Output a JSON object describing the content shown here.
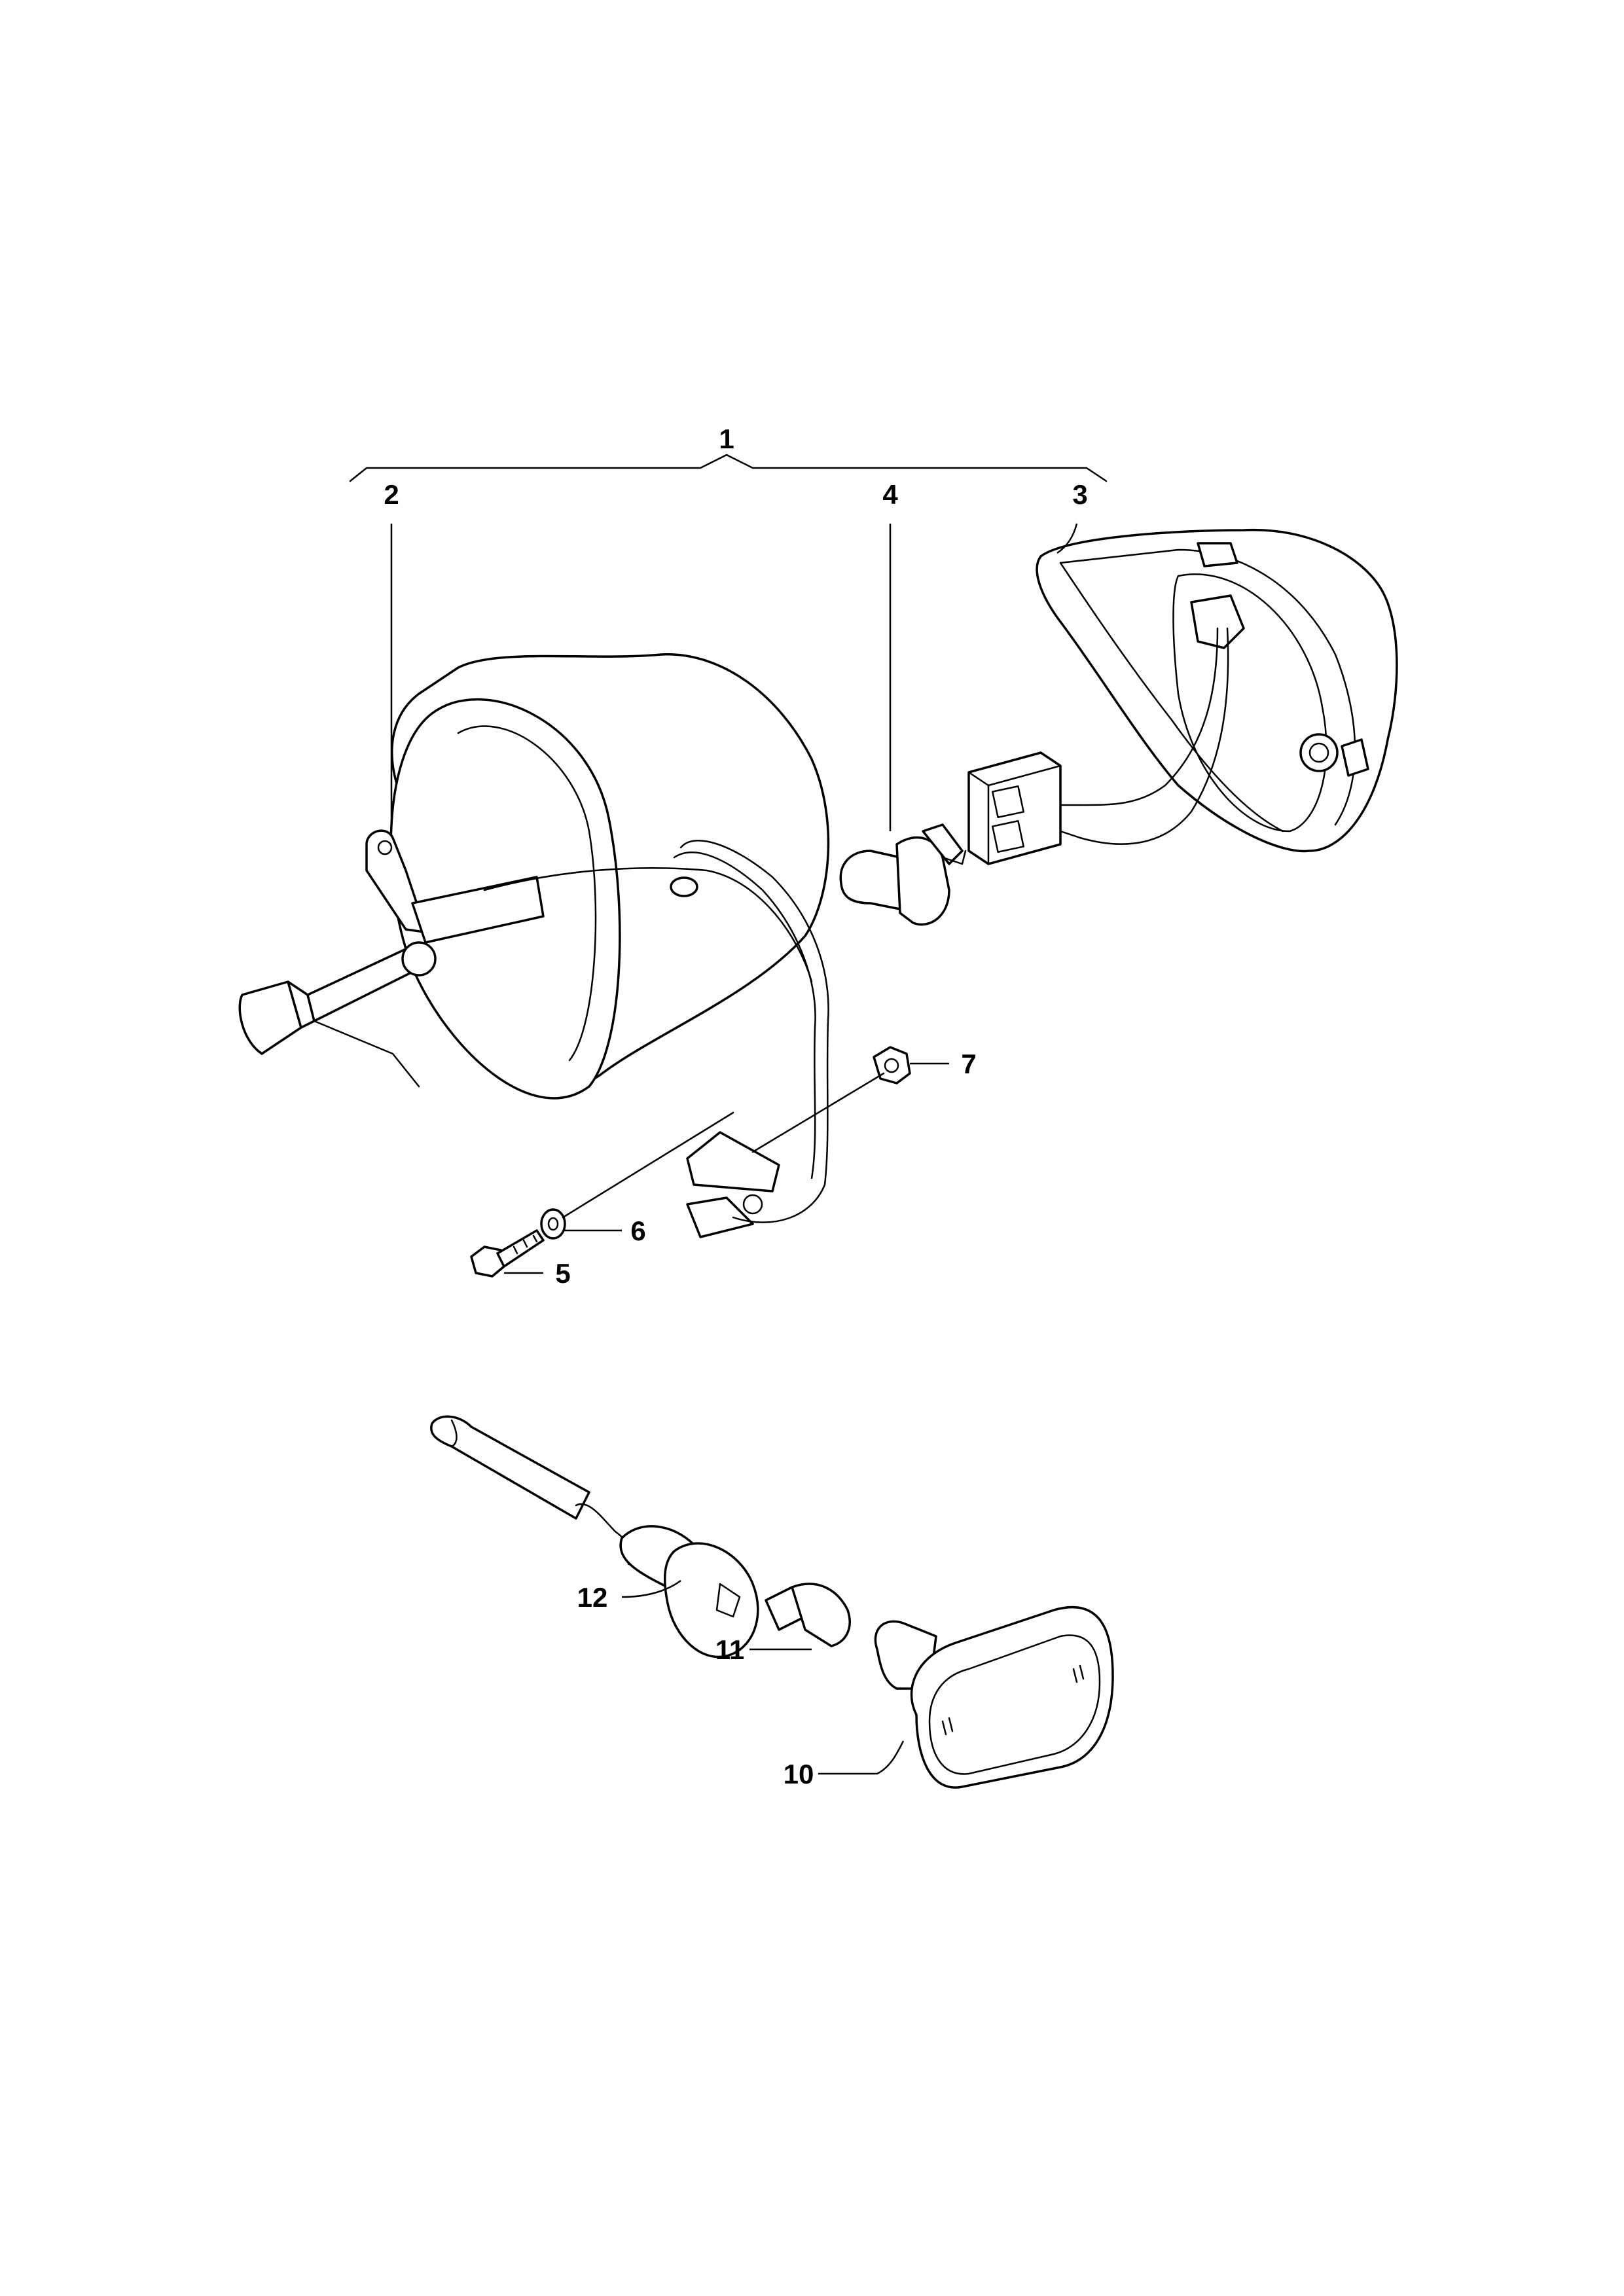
{
  "callouts": {
    "c1": "1",
    "c2": "2",
    "c3": "3",
    "c4": "4",
    "c5": "5",
    "c6": "6",
    "c7": "7",
    "c10": "10",
    "c11": "11",
    "c12": "12"
  },
  "colors": {
    "line": "#000000",
    "background": "#ffffff"
  }
}
